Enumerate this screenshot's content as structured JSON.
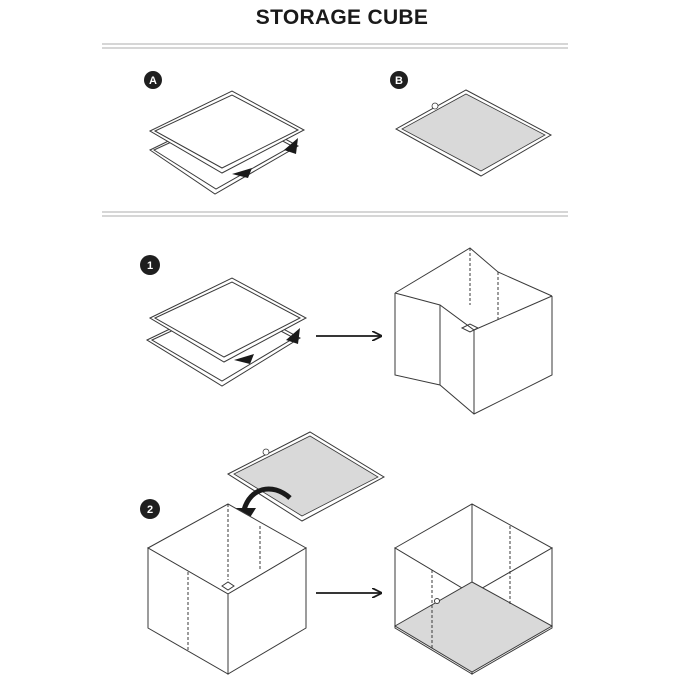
{
  "title": "STORAGE CUBE",
  "parts": [
    {
      "label": "A",
      "icon": "two-flat-panels-with-corner-arrows"
    },
    {
      "label": "B",
      "icon": "gray-base-panel-with-tab"
    }
  ],
  "steps": [
    {
      "label": "1",
      "icon": "panels-unfold-into-open-box"
    },
    {
      "label": "2",
      "icon": "base-panel-inserted-into-box"
    }
  ],
  "colors": {
    "line": "#3a3a3a",
    "panel_fill": "#d9d9d9",
    "badge": "#1f1f1f",
    "divider": "#d6d6d6"
  }
}
